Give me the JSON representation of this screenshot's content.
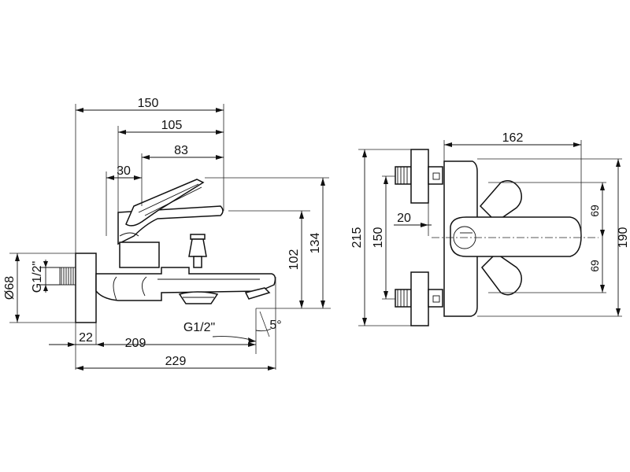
{
  "side_view": {
    "dims": {
      "d150": "150",
      "d105": "105",
      "d83": "83",
      "d30": "30",
      "d102": "102",
      "d134": "134",
      "d68": "Ø68",
      "g12_left": "G1/2\"",
      "d22": "22",
      "d209": "209",
      "d229": "229",
      "g12_bottom": "G1/2\"",
      "angle5": "5°"
    }
  },
  "front_view": {
    "dims": {
      "d162": "162",
      "d215": "215",
      "d150": "150",
      "d20": "20",
      "d69_top": "69",
      "d69_bottom": "69",
      "d190": "190"
    }
  }
}
